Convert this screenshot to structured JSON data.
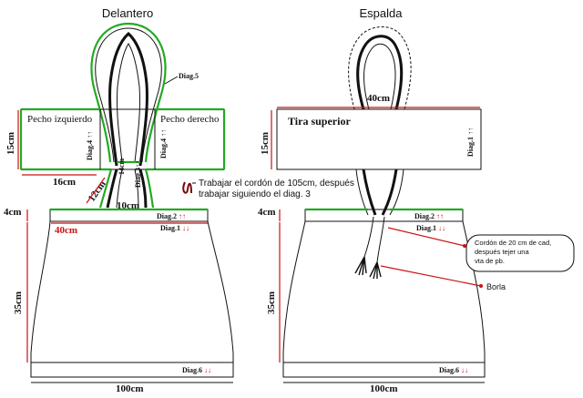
{
  "front": {
    "title": "Delantero",
    "diag5": "Diag.5",
    "chest_left": "Pecho izquierdo",
    "chest_right": "Pecho derecho",
    "diag4_left": "Diag.4",
    "diag4_right": "Diag.4",
    "height_15": "15cm",
    "width_16": "16cm",
    "strap_12": "12cm",
    "strap_14": "14cm",
    "diag3": "Diag.3",
    "width_10": "10cm",
    "height_4": "4cm",
    "width_40": "40cm",
    "diag2": "Diag.2",
    "diag1": "Diag.1",
    "height_35": "35cm",
    "diag6": "Diag.6",
    "width_100": "100cm"
  },
  "cord_note": {
    "line1": "Trabajar el cordón de 105cm, después",
    "line2": "trabajar siguiendo el  diag. 3"
  },
  "back": {
    "title": "Espalda",
    "width_40": "40cm",
    "top_strip": "Tira  superior",
    "height_15": "15cm",
    "diag1_strip": "Diag.1",
    "height_4": "4cm",
    "diag2": "Diag.2",
    "diag1": "Diag.1",
    "height_35": "35cm",
    "diag6": "Diag.6",
    "width_100": "100cm",
    "cord_callout_l1": "Cordón de 20 cm de cad,",
    "cord_callout_l2": "después tejer una",
    "cord_callout_l3": "vta de pb.",
    "tassel_label": "Borla"
  },
  "arrows": {
    "up": "↑↑",
    "down": "↓↓"
  },
  "colors": {
    "outline": "#111111",
    "green_edge": "#22aa22",
    "red_dimension": "#cc1111"
  }
}
